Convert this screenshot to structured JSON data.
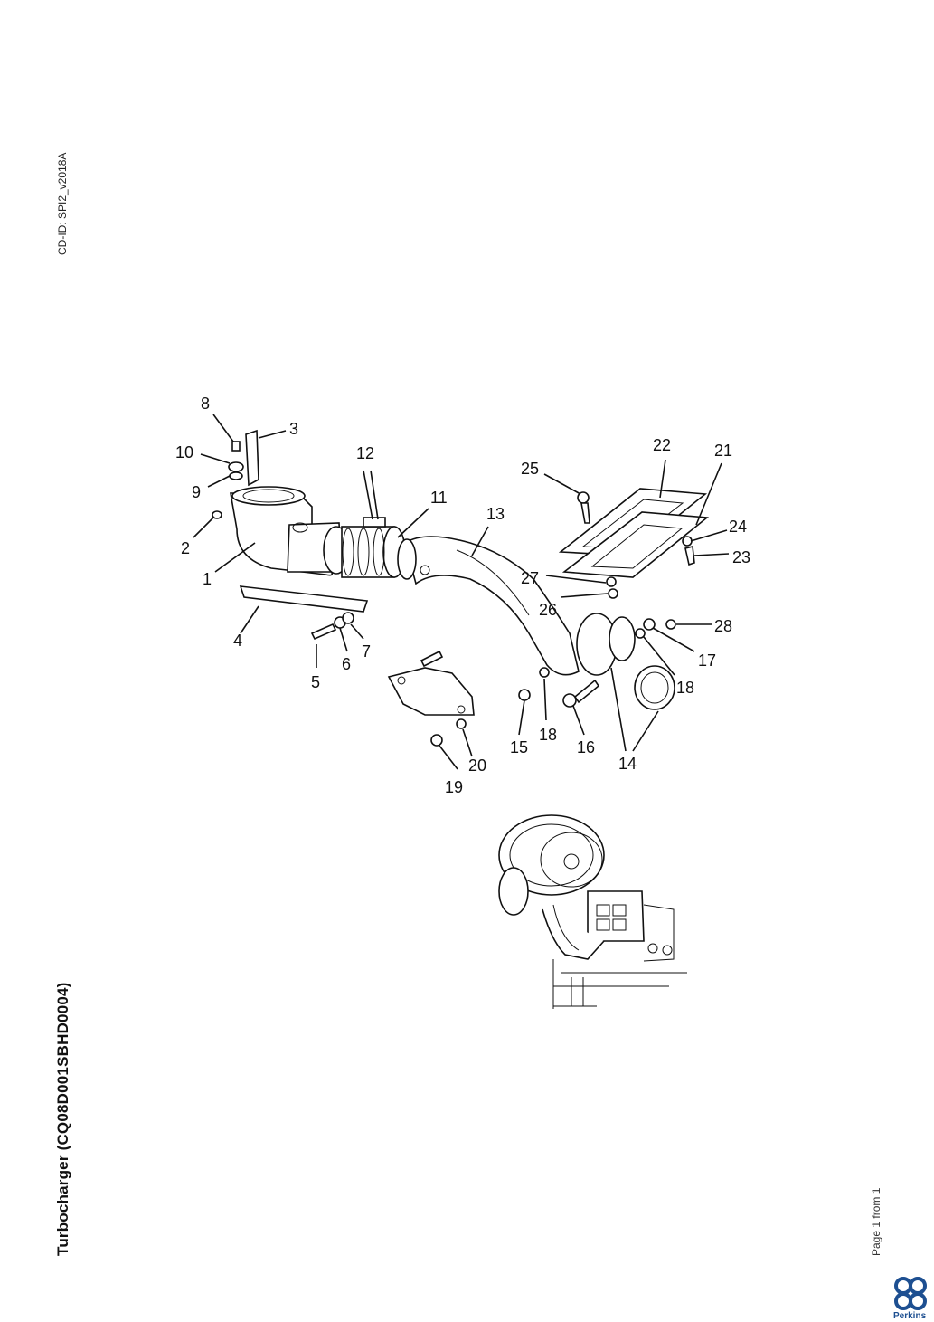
{
  "header": {
    "cd_id": "CD-ID: SPI2_v2018A"
  },
  "document": {
    "title": "Turbocharger (CQ08D001SBHD0004)"
  },
  "footer": {
    "page": "Page 1 from 1",
    "brand": "Perkins"
  },
  "diagram": {
    "callouts": [
      "1",
      "2",
      "3",
      "4",
      "5",
      "6",
      "7",
      "8",
      "9",
      "10",
      "11",
      "12",
      "13",
      "14",
      "15",
      "16",
      "17",
      "18",
      "18",
      "19",
      "20",
      "21",
      "22",
      "23",
      "24",
      "25",
      "26",
      "27",
      "28"
    ]
  },
  "colors": {
    "ink": "#111111",
    "brand": "#1d4f91"
  }
}
